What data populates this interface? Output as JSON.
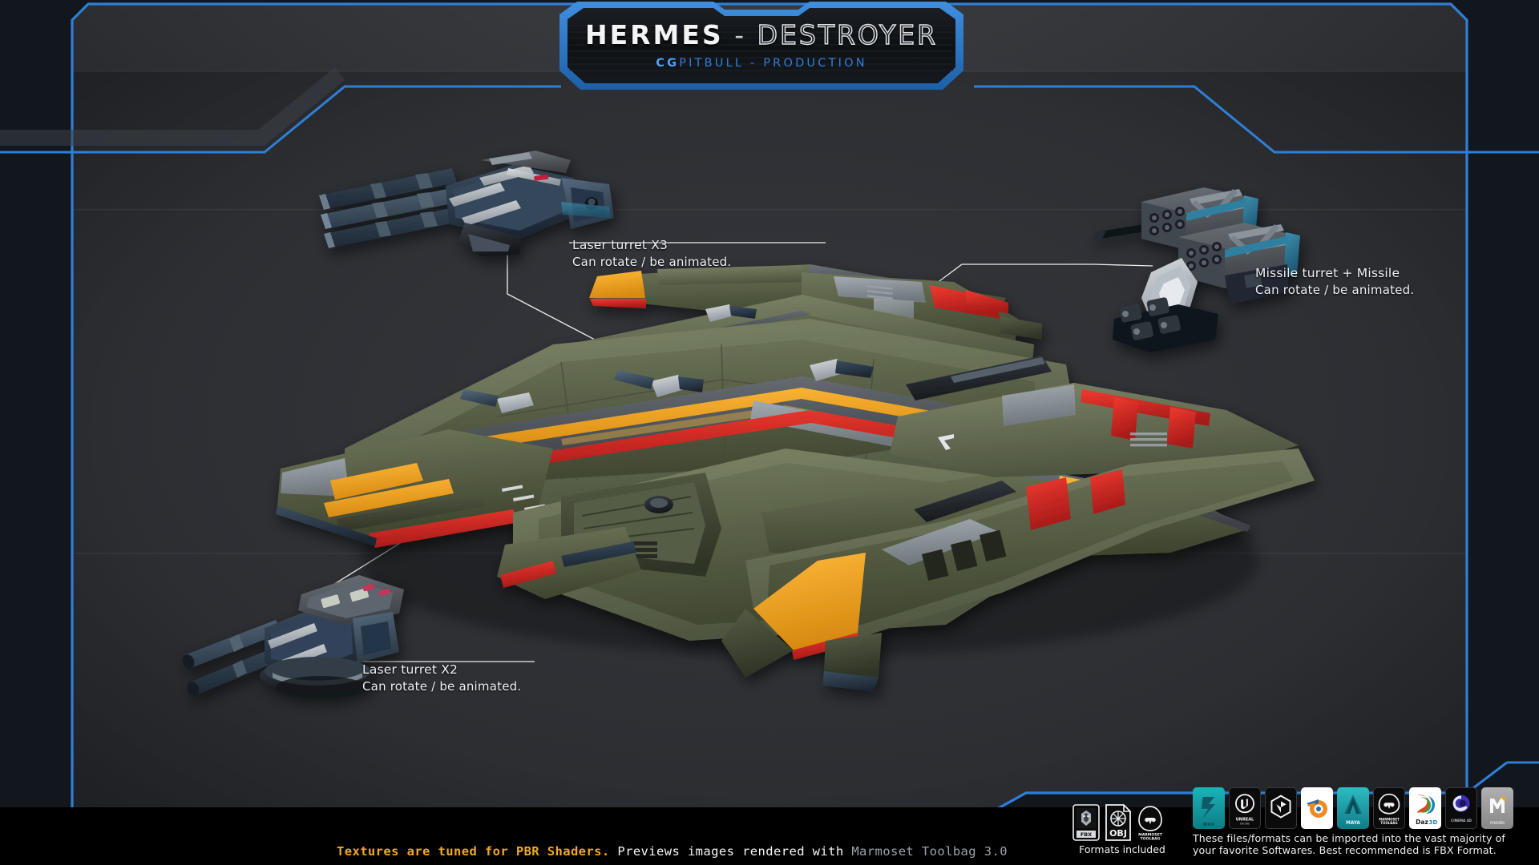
{
  "page": {
    "title_main_bold": "HERMES",
    "title_sep": " - ",
    "title_main_light": "DESTROYER",
    "subtitle_bold": "CG",
    "subtitle_rest": "PITBULL - PRODUCTION"
  },
  "callouts": [
    {
      "id": "laser-x3",
      "line1": "Laser turret X3",
      "line2": "Can rotate / be animated."
    },
    {
      "id": "missile",
      "line1": "Missile turret + Missile",
      "line2": "Can rotate / be animated."
    },
    {
      "id": "laser-x2",
      "line1": "Laser turret X2",
      "line2": "Can rotate / be animated."
    }
  ],
  "footer": {
    "orange": "Textures are tuned for PBR Shaders.",
    "white": " Previews images rendered with ",
    "gray": "Marmoset Toolbag 3.0"
  },
  "formats": {
    "caption": "Formats included",
    "items": [
      {
        "name": "fbx-format-icon",
        "label": "FBX"
      },
      {
        "name": "obj-format-icon",
        "label": "OBJ"
      },
      {
        "name": "marmoset-toolbag-icon",
        "label": "MARMOSET TOOLBAG"
      }
    ]
  },
  "software": {
    "caption_line1": "These files/formats can be imported into the vast majority of",
    "caption_line2": "your favorite Softwares. Best recommended is FBX Format.",
    "items": [
      {
        "name": "3ds-max-icon",
        "label": "MAX",
        "bg": "#17a2a8"
      },
      {
        "name": "unreal-icon",
        "label": "UNREAL",
        "bg": "#0b0b0b"
      },
      {
        "name": "unity-icon",
        "label": "",
        "bg": "#0b0b0b"
      },
      {
        "name": "blender-icon",
        "label": "",
        "bg": "#ffffff"
      },
      {
        "name": "maya-icon",
        "label": "MAYA",
        "bg": "#1da4a8"
      },
      {
        "name": "marmoset-icon",
        "label": "MARMOSET",
        "bg": "#0b0b0b"
      },
      {
        "name": "daz3d-icon",
        "label": "Daz",
        "bg": "#ffffff"
      },
      {
        "name": "cinema4d-icon",
        "label": "CINEMA 4D",
        "bg": "#0b0b0b"
      },
      {
        "name": "modo-icon",
        "label": "modo",
        "bg": "#9a9a9a"
      }
    ]
  },
  "colors": {
    "accent_blue": "#2f7fd6",
    "panel_bg": "#2c2e33",
    "panel_bg_top": "#3b3d42",
    "outside_bg": "#12161d",
    "hull_olive": "#6c7358",
    "hull_orange": "#efa222",
    "hull_red": "#d42a26",
    "hull_gray": "#8f979e",
    "turret_navy": "#2b3a4a",
    "footer_orange": "#f0a82a"
  }
}
